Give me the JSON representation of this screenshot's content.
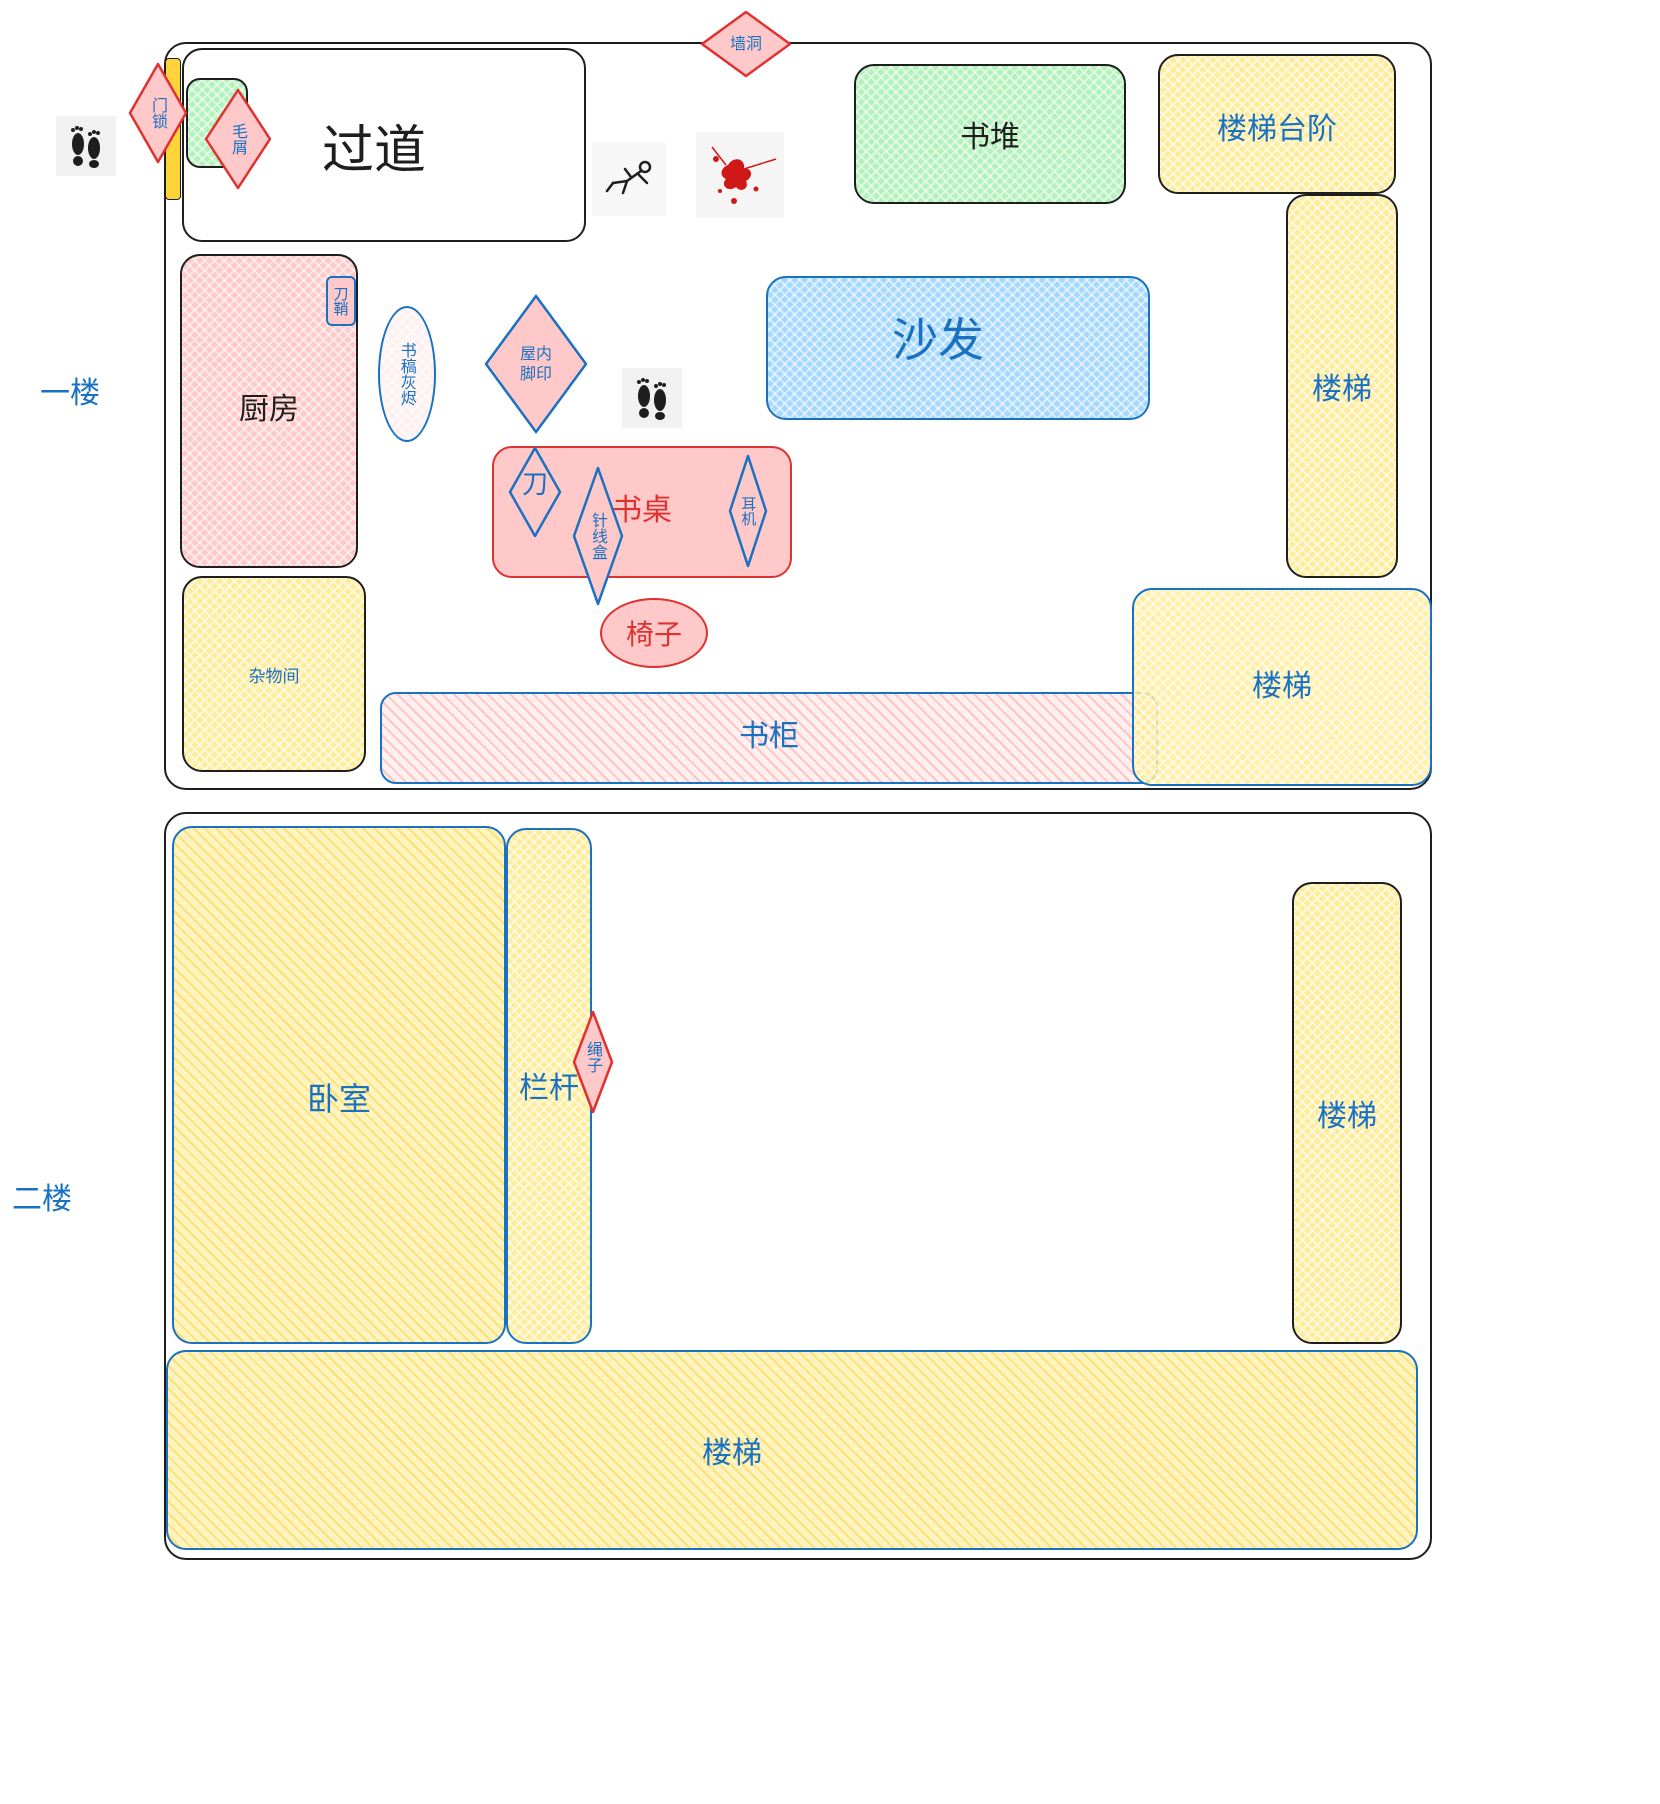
{
  "floors": {
    "first": "一楼",
    "second": "二楼"
  },
  "first_floor": {
    "corridor": "过道",
    "wall_hole": "墙洞",
    "door_lock": "门锁",
    "fuzz": "毛屑",
    "book_pile": "书堆",
    "stair_steps": "楼梯台阶",
    "stairs_right": "楼梯",
    "stairs_corner": "楼梯",
    "kitchen": "厨房",
    "scabbard": "刀鞘",
    "manuscript_ash": "书稿灰烬",
    "indoor_footprint": "屋内脚印",
    "sofa": "沙发",
    "desk": "书桌",
    "knife": "刀",
    "sewing_box": "针线盒",
    "earphones": "耳机",
    "chair": "椅子",
    "storage_room": "杂物间",
    "bookcase": "书柜"
  },
  "second_floor": {
    "bedroom": "卧室",
    "railing": "栏杆",
    "rope": "绳子",
    "stairs_right": "楼梯",
    "stairs_bottom": "楼梯"
  },
  "icons": {
    "footprint_outside": "footprints-icon",
    "footprint_inside": "footprints-icon",
    "fallen_person": "fallen-person-icon",
    "blood_splatter": "blood-splatter-icon"
  },
  "colors": {
    "outline_blue": "#1971c2",
    "outline_red": "#e03131",
    "outline_black": "#1e1e1e",
    "fill_red": "#ffc9c9",
    "fill_yellow": "#ffec99",
    "fill_green": "#b2f2bb",
    "fill_blue": "#a5d8ff"
  }
}
